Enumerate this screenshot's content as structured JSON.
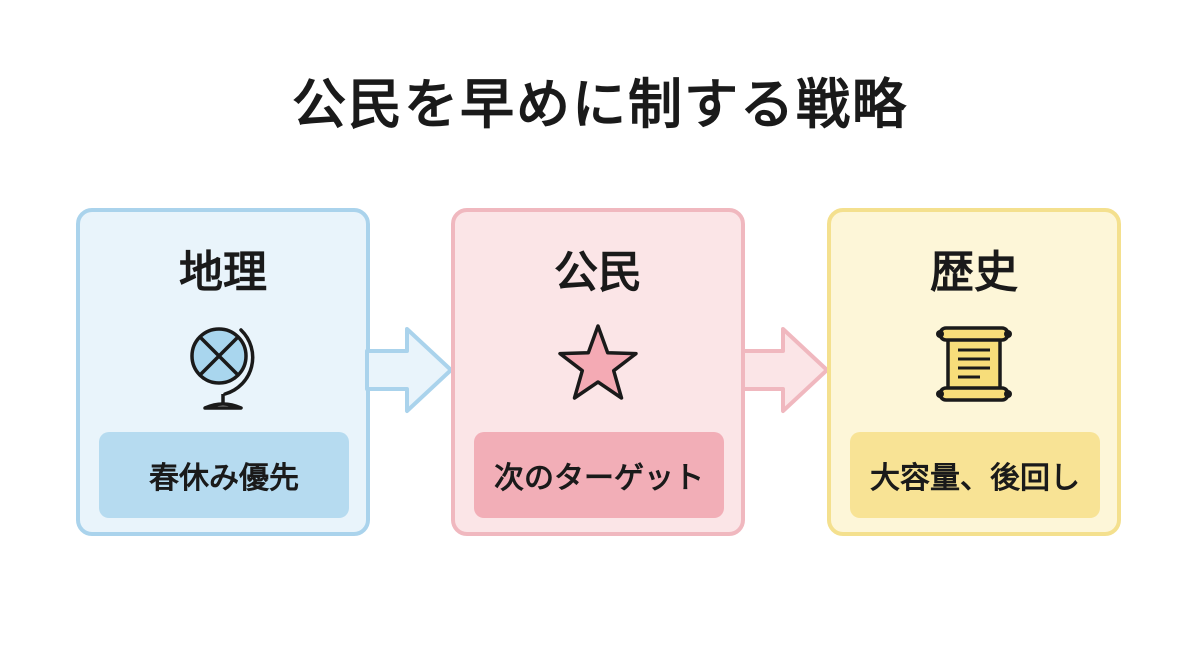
{
  "title": "公民を早めに制する戦略",
  "cards": [
    {
      "title": "地理",
      "icon": "globe-icon",
      "label": "春休み優先",
      "color": "#b6dbf0"
    },
    {
      "title": "公民",
      "icon": "star-icon",
      "label": "次のターゲット",
      "color": "#f2aeb7"
    },
    {
      "title": "歴史",
      "icon": "scroll-icon",
      "label": "大容量、後回し",
      "color": "#f8e395"
    }
  ],
  "arrows": [
    {
      "icon": "arrow-right-icon",
      "color": "#aad3ec"
    },
    {
      "icon": "arrow-right-icon",
      "color": "#f0b8bf"
    }
  ]
}
